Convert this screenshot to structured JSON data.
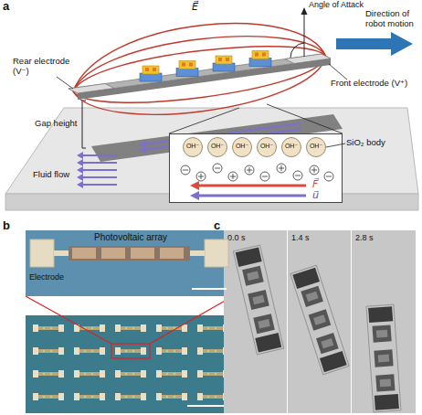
{
  "diagram": {
    "nodes": [
      {
        "text": [
          "F⃗",
          "u⃗"
        ]
      },
      {
        "text": [
          "OH⁻"
        ],
        "in": 0
      },
      {
        "text": [
          "OH⁻"
        ],
        "in": 0
      },
      {
        "text": [
          "OH⁻"
        ],
        "in": 0
      },
      {
        "text": [
          "OH⁻"
        ],
        "in": 0
      },
      {
        "text": [
          "OH⁻"
        ],
        "in": 0
      },
      {
        "text": [
          "OH⁻"
        ],
        "in": 0
      },
      {
        "text": [
          "Photovoltaic array",
          "Electrode"
        ]
      },
      {
        "text": [
          "0.0 s"
        ]
      },
      {
        "text": [
          "1.4 s"
        ]
      },
      {
        "text": [
          "2.8 s"
        ]
      }
    ],
    "labels": [
      "a",
      "E⃗",
      "Angle of Attack",
      "Direction of robot motion",
      "Rear electrode (V⁻)",
      "Front electrode (V⁺)",
      "Gap height",
      "Fluid flow",
      "SiO₂ body",
      "b",
      "c"
    ]
  }
}
